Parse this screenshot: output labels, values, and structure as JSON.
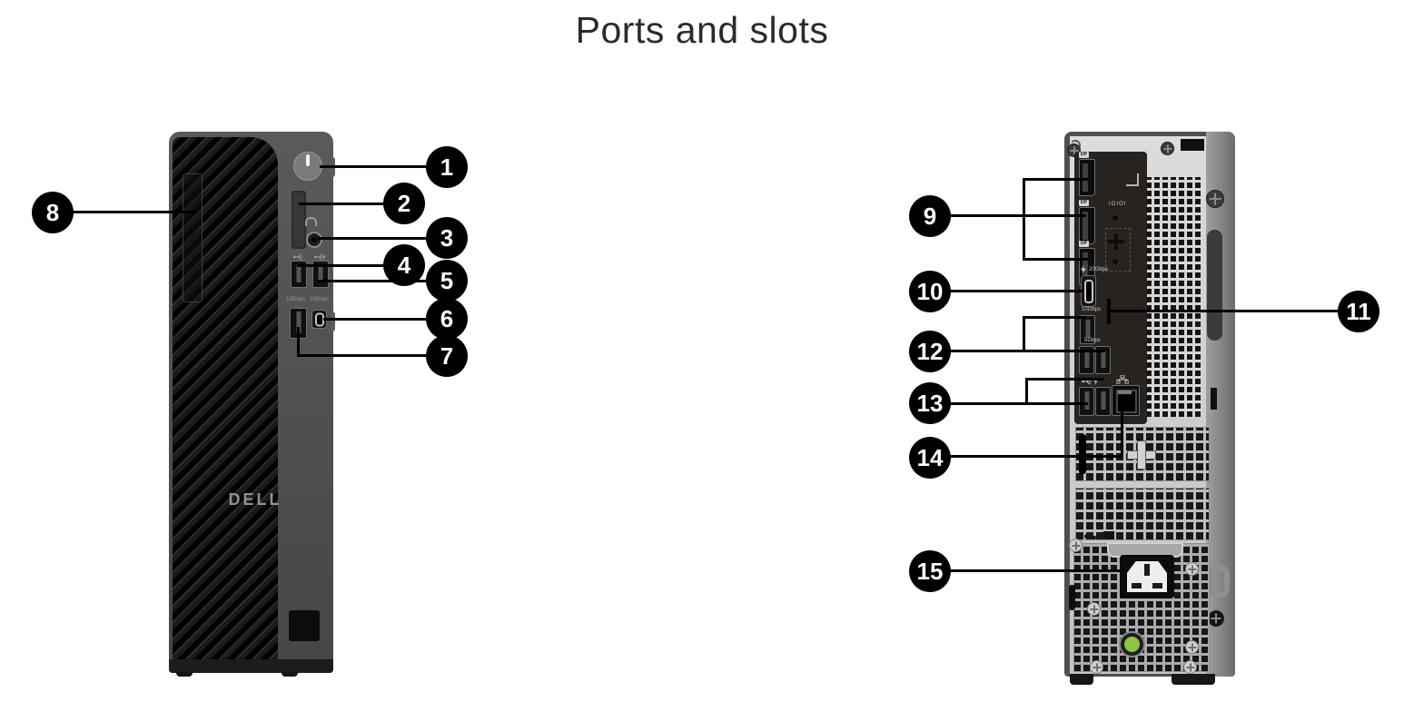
{
  "title": "Ports and slots",
  "brand_logo": "DELL",
  "callouts": {
    "front": [
      {
        "number": "1",
        "target": "power-button"
      },
      {
        "number": "2",
        "target": "sd-card-slot"
      },
      {
        "number": "3",
        "target": "headset-jack"
      },
      {
        "number": "4",
        "target": "usb-a-port-left"
      },
      {
        "number": "5",
        "target": "usb-a-port-right"
      },
      {
        "number": "6",
        "target": "usb-c-port"
      },
      {
        "number": "7",
        "target": "usb-a-port-lower"
      },
      {
        "number": "8",
        "target": "slim-drive-bay"
      }
    ],
    "back": [
      {
        "number": "9",
        "target": "displayport-group"
      },
      {
        "number": "10",
        "target": "usb-c-port"
      },
      {
        "number": "11",
        "target": "panel-marker"
      },
      {
        "number": "12",
        "target": "usb-a-ports-upper"
      },
      {
        "number": "13",
        "target": "usb-a-ports-lower"
      },
      {
        "number": "14",
        "target": "ethernet-port"
      },
      {
        "number": "15",
        "target": "power-connector"
      }
    ]
  },
  "port_labels": {
    "front_usb_left_speed": "10Gbps",
    "front_usb_right_speed": "10Gbps",
    "back_usb_c_speed": "20Gbps",
    "back_usb_single_speed": "10Gbps",
    "back_usb_pair_speed": "5Gbps",
    "serial_marking": "IOIOI",
    "dp_logo": "DP"
  }
}
